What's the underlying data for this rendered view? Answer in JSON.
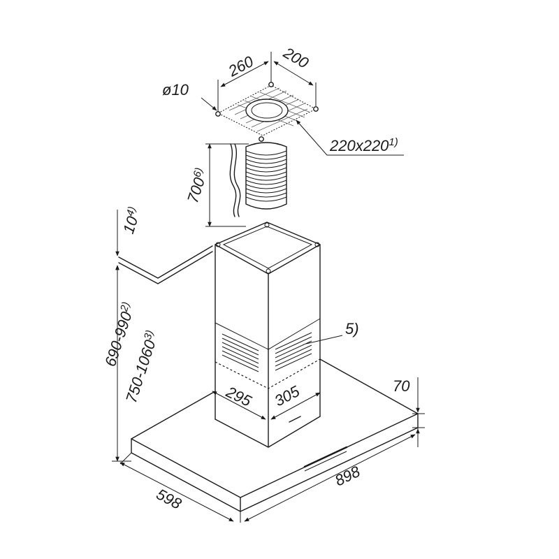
{
  "labels": {
    "bolt_diameter": "ø10",
    "bracket_width": "260",
    "bracket_depth": "200",
    "opening_size": "220x220",
    "opening_note": "1)",
    "duct_length": "700",
    "duct_note": "6)",
    "ceiling_offset": "10",
    "ceiling_note": "4)",
    "height_range_1": "690-990",
    "height_range_1_note": "2)",
    "height_range_2": "750-1060",
    "height_range_2_note": "3)",
    "vent_note": "5)",
    "chimney_width": "295",
    "chimney_depth": "305",
    "hood_height": "70",
    "hood_width": "898",
    "hood_depth": "598"
  }
}
